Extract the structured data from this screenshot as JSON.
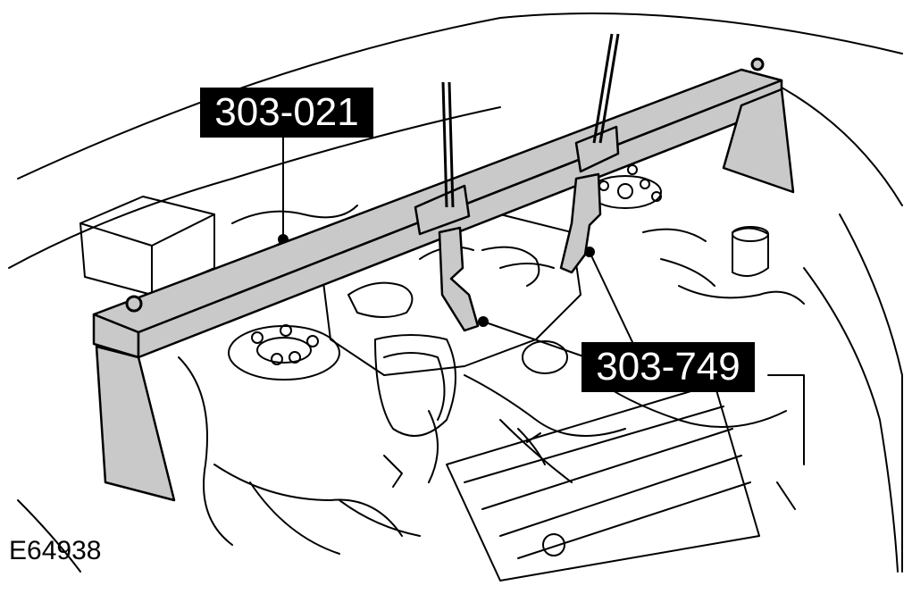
{
  "callouts": {
    "tool_a": "303-021",
    "tool_b": "303-749"
  },
  "figure_id": "E64938",
  "colors": {
    "line": "#000000",
    "tool_fill": "#c9c9c9",
    "label_bg": "#000000",
    "label_text": "#ffffff"
  }
}
